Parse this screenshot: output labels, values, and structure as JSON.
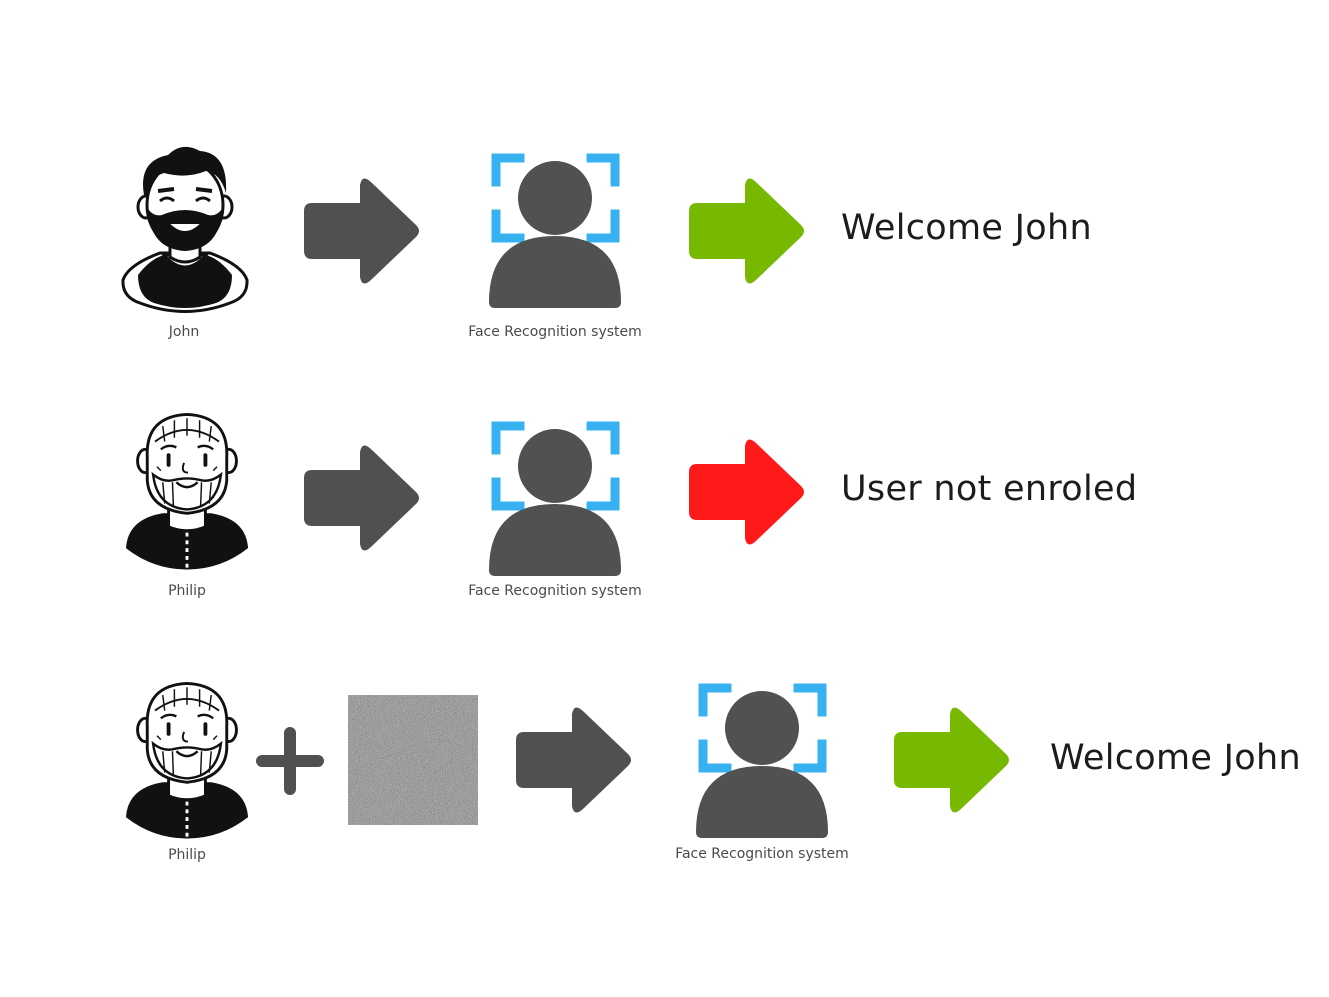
{
  "rows": [
    {
      "person_caption": "John",
      "system_caption": "Face Recognition system",
      "result_text": "Welcome John",
      "result_arrow_color": "#76b900"
    },
    {
      "person_caption": "Philip",
      "system_caption": "Face Recognition system",
      "result_text": "User not enroled",
      "result_arrow_color": "#ff1a1a"
    },
    {
      "person_caption": "Philip",
      "system_caption": "Face Recognition system",
      "result_text": "Welcome John",
      "result_arrow_color": "#76b900"
    }
  ],
  "colors": {
    "arrow_gray": "#505050",
    "scan_frame": "#38b1f1",
    "system_figure": "#515151",
    "plus": "#505050"
  },
  "icons": {
    "system": "face-scan-user-icon",
    "arrow": "right-arrow-icon",
    "plus": "plus-icon",
    "noise": "noise-pattern"
  }
}
